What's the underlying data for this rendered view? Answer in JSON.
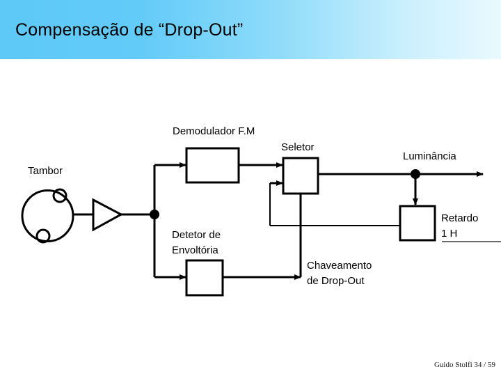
{
  "slide": {
    "title": "Compensação de “Drop-Out”",
    "background_color": "#ffffff",
    "title_band": {
      "gradient_from": "#5ec8f7",
      "gradient_to": "#e9f9fe"
    }
  },
  "diagram": {
    "type": "block-diagram",
    "stroke_color": "#000000",
    "labels": {
      "tambor": "Tambor",
      "demodulador": "Demodulador F.M",
      "seletor": "Seletor",
      "luminancia": "Luminância",
      "detetor_line1": "Detetor de",
      "detetor_line2": "Envoltória",
      "retardo_line1": "Retardo",
      "retardo_line2": "1 H",
      "chaveamento_line1": "Chaveamento",
      "chaveamento_line2": "de Drop-Out"
    }
  },
  "footer": {
    "credit": "Guido Stolfi   34 / 59"
  }
}
